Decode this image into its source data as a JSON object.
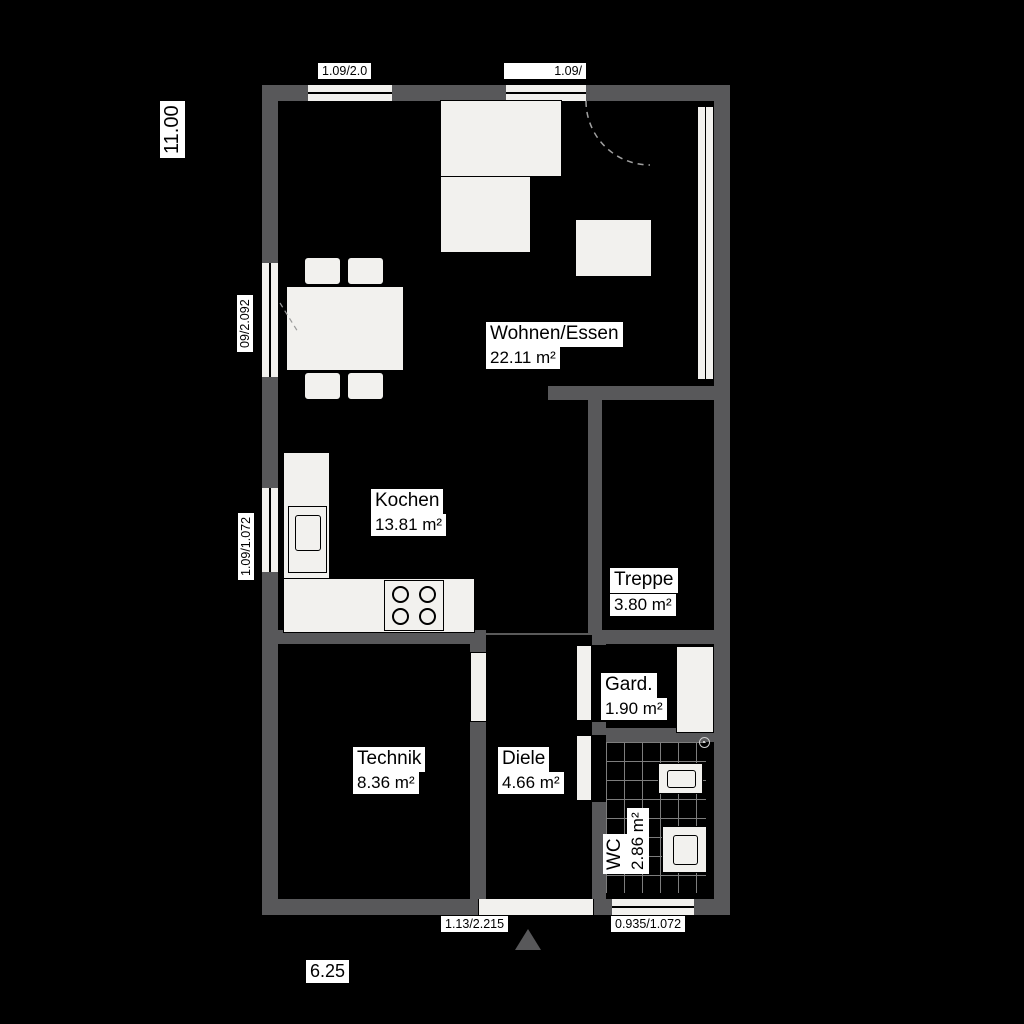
{
  "colors": {
    "background": "#000000",
    "wall": "#58585a",
    "fixture": "#f2f1ee",
    "label_bg": "#ffffff",
    "label_text": "#000000",
    "tile_line": "#7d7d7d"
  },
  "rooms": {
    "wohnen": {
      "name": "Wohnen/Essen",
      "area": "22.11 m²"
    },
    "kochen": {
      "name": "Kochen",
      "area": "13.81 m²"
    },
    "treppe": {
      "name": "Treppe",
      "area": "3.80 m²"
    },
    "gard": {
      "name": "Gard.",
      "area": "1.90 m²"
    },
    "technik": {
      "name": "Technik",
      "area": "8.36 m²"
    },
    "diele": {
      "name": "Diele",
      "area": "4.66 m²"
    },
    "wc": {
      "name": "WC",
      "area": "2.86 m²"
    }
  },
  "dimensions": {
    "overall_height": "11.00",
    "overall_width": "6.25",
    "window_top_left": "1.09/2.0",
    "window_top_right": "1.09/",
    "window_left_upper": "09/2.092",
    "window_left_lower": "1.09/1.072",
    "door_bottom": "1.13/2.215",
    "window_bottom": "0.935/1.072"
  }
}
